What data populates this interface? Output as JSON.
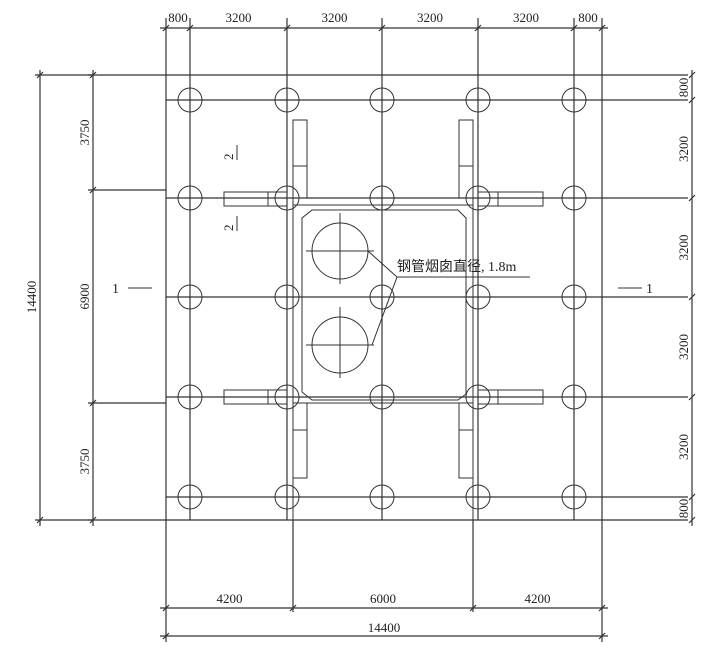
{
  "dims": {
    "top": [
      "800",
      "3200",
      "3200",
      "3200",
      "3200",
      "800"
    ],
    "right": [
      "800",
      "3200",
      "3200",
      "3200",
      "3200",
      "800"
    ],
    "left_inner": [
      "3750",
      "6900",
      "3750"
    ],
    "left_outer": "14400",
    "bottom_inner": [
      "4200",
      "6000",
      "4200"
    ],
    "bottom_outer": "14400"
  },
  "labels": {
    "chimney": "钢管烟囱直径, 1.8m",
    "section_1_left": "1",
    "section_1_right": "1",
    "section_2_top": "2",
    "section_2_bottom": "2"
  }
}
